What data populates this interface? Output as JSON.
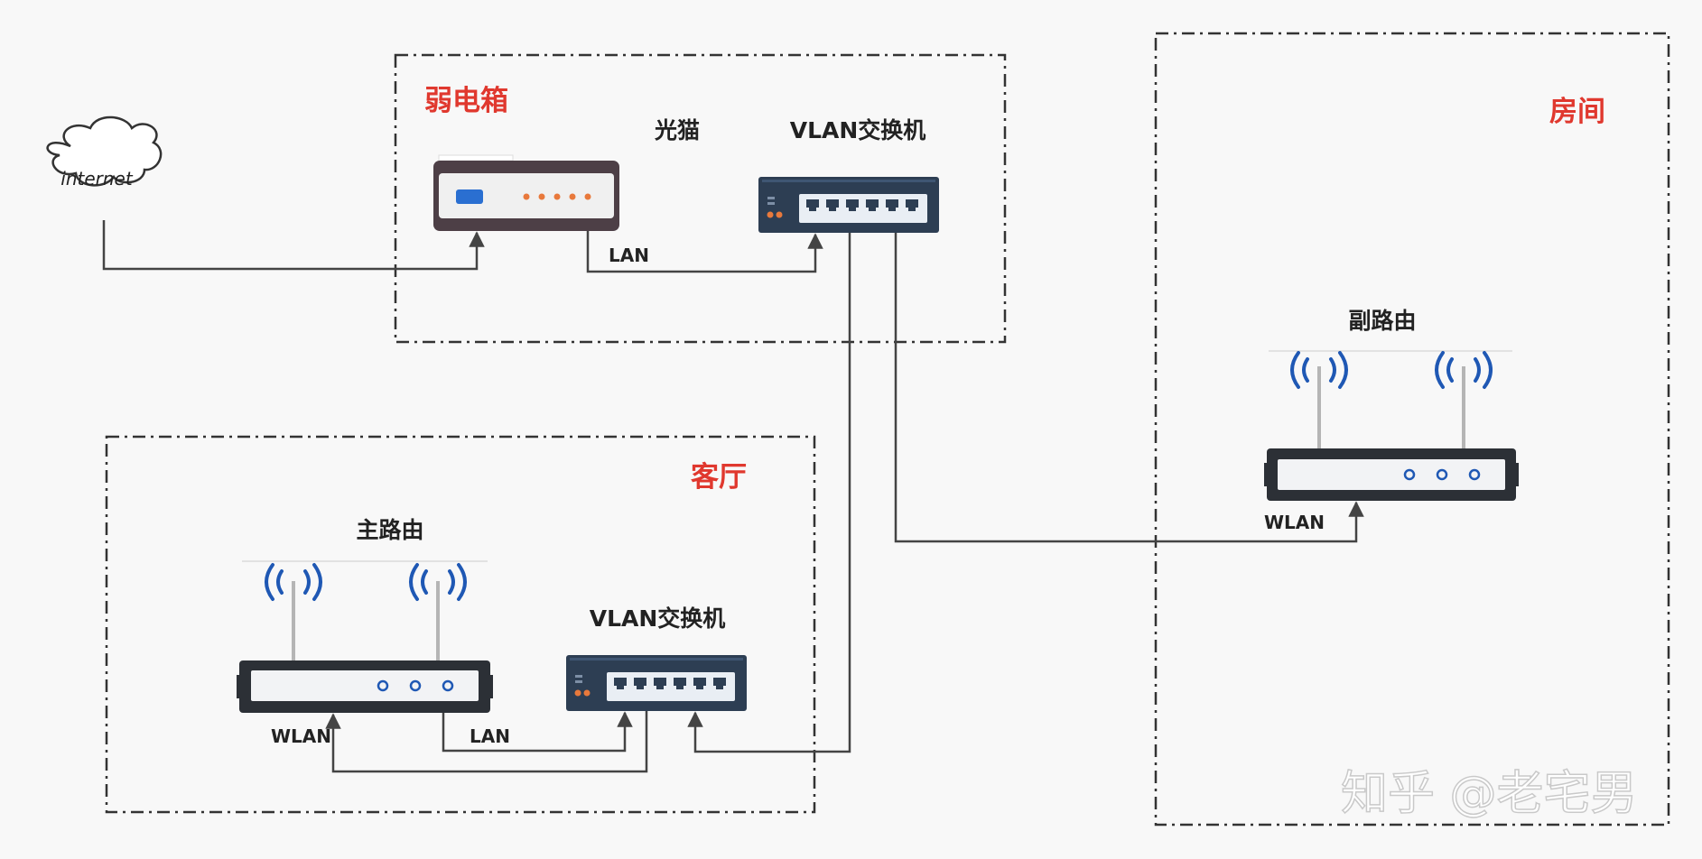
{
  "zones": {
    "weak_box": "弱电箱",
    "living_room": "客厅",
    "room": "房间"
  },
  "cloud": {
    "label": "internet"
  },
  "devices": {
    "modem": "光猫",
    "switch_top": "VLAN交换机",
    "switch_living": "VLAN交换机",
    "main_router": "主路由",
    "sub_router": "副路由"
  },
  "ports": {
    "modem_lan": "LAN",
    "main_wlan": "WLAN",
    "main_lan": "LAN",
    "sub_wlan": "WLAN"
  },
  "watermark": "知乎 @老宅男",
  "colors": {
    "zone_title": "#e0382e",
    "label": "#222222",
    "line": "#444444",
    "box_border": "#333333",
    "switch_body": "#2d3e53",
    "modem_body": "#4d3f46",
    "router_body": "#2c3036",
    "wifi": "#1f58b4"
  }
}
